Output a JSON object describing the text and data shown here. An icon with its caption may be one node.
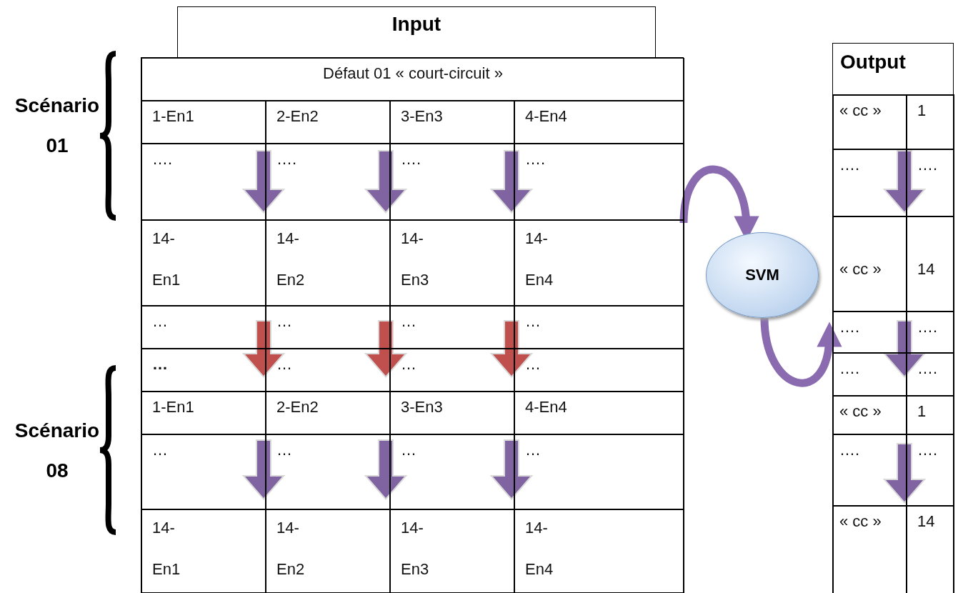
{
  "diagram": {
    "nodes": [
      {
        "text": [
          "Input"
        ]
      },
      {
        "text": [
          "Output"
        ]
      },
      {
        "text": [
          "SVM"
        ]
      }
    ],
    "edges": [
      {
        "from": 0,
        "to": 2,
        "arrow": "to"
      },
      {
        "from": 2,
        "to": 1,
        "arrow": "to"
      }
    ],
    "labels": [
      "Scénario 01",
      "Scénario 08",
      "Défaut 01 « court-circuit »",
      "1-En1",
      "2-En2",
      "3-En3",
      "4-En4",
      "….",
      "….",
      "….",
      "….",
      "14- En1",
      "14- En2",
      "14- En3",
      "14- En4",
      "…",
      "…",
      "…",
      "…",
      "…",
      "…",
      "…",
      "…",
      "1-En1",
      "2-En2",
      "3-En3",
      "4-En4",
      "…",
      "…",
      "…",
      "…",
      "14- En1",
      "14- En2",
      "14- En3",
      "14- En4",
      "« cc »",
      "1",
      "….",
      "….",
      "« cc »",
      "14",
      "….",
      "….",
      "….",
      "….",
      "« cc »",
      "1",
      "….",
      "….",
      "« cc »",
      "14"
    ]
  }
}
